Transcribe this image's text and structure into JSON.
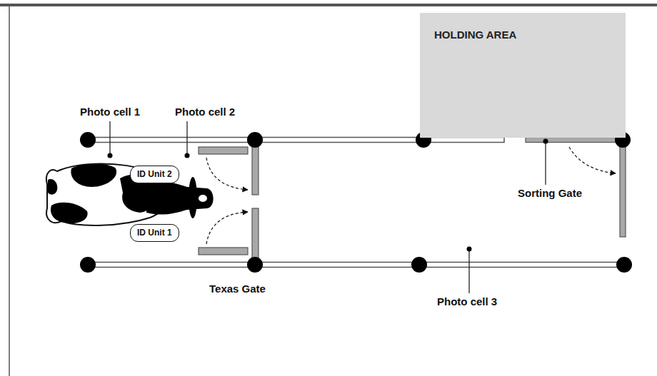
{
  "diagram": {
    "nodes": [
      {
        "text": [
          "HOLDING AREA"
        ]
      },
      {
        "text": [
          "ID Unit 2"
        ]
      },
      {
        "text": [
          "ID Unit 1"
        ]
      }
    ],
    "labels": [
      "Photo cell 1",
      "Photo cell 2",
      "Sorting Gate",
      "Texas Gate",
      "Photo cell 3"
    ]
  }
}
